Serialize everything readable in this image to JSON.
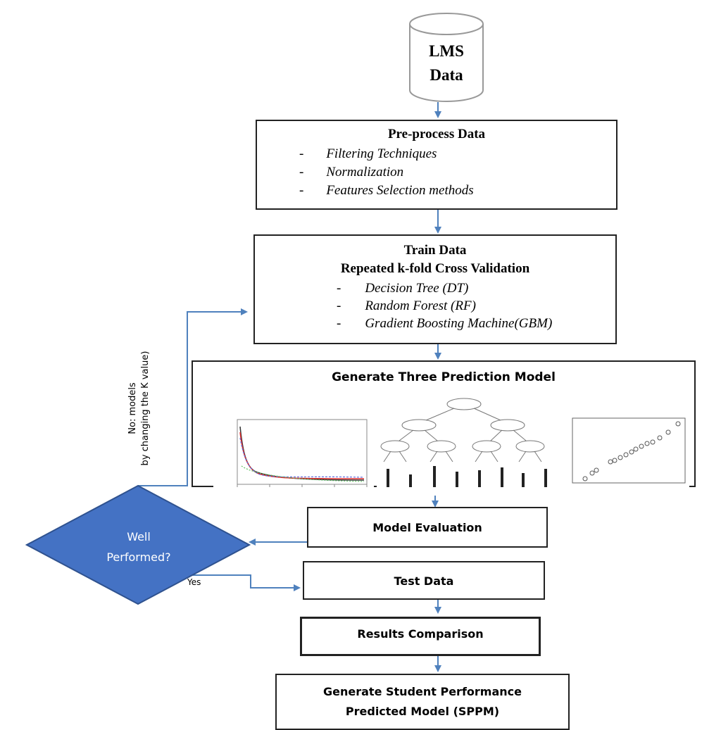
{
  "lms": {
    "line1": "LMS",
    "line2": "Data"
  },
  "preprocess": {
    "title": "Pre-process Data",
    "items": [
      "Filtering Techniques",
      "Normalization",
      "Features Selection methods"
    ]
  },
  "train": {
    "title1": "Train Data",
    "title2": "Repeated k-fold Cross Validation",
    "items": [
      "Decision Tree (DT)",
      "Random Forest (RF)",
      "Gradient Boosting Machine(GBM)"
    ]
  },
  "generate": {
    "title": "Generate Three Prediction Model"
  },
  "evaluation": {
    "title": "Model Evaluation"
  },
  "decision": {
    "line1": "Well",
    "line2": "Performed?"
  },
  "test": {
    "title": "Test Data"
  },
  "comparison": {
    "title": "Results Comparison"
  },
  "final": {
    "line1": "Generate Student Performance",
    "line2": "Predicted Model (SPPM)"
  },
  "labels": {
    "no_line1": "No: models",
    "no_line2": "by changing the K value)",
    "yes": "Yes"
  },
  "colors": {
    "arrow": "#4f81bd",
    "diamond_fill": "#4472c4",
    "diamond_stroke": "#2f528f"
  }
}
